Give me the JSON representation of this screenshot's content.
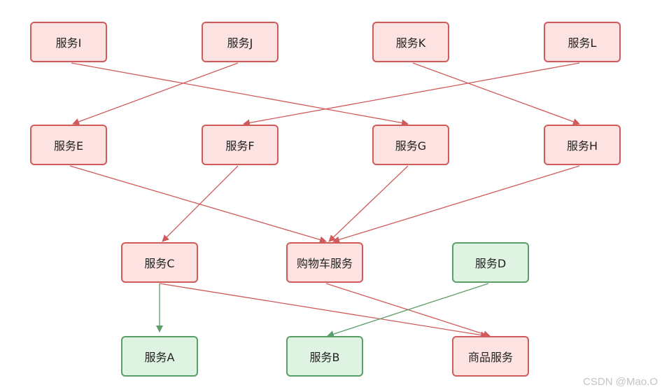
{
  "colors": {
    "red_fill": "#fde2e2",
    "red_border": "#cf5b5b",
    "green_fill": "#dff3e3",
    "green_border": "#5a9e69"
  },
  "nodes": {
    "i": "服务I",
    "j": "服务J",
    "k": "服务K",
    "l": "服务L",
    "e": "服务E",
    "f": "服务F",
    "g": "服务G",
    "h": "服务H",
    "c": "服务C",
    "cart": "购物车服务",
    "d": "服务D",
    "a": "服务A",
    "b": "服务B",
    "product": "商品服务"
  },
  "edges": [
    {
      "from": "i",
      "to": "g",
      "color": "red"
    },
    {
      "from": "j",
      "to": "e",
      "color": "red"
    },
    {
      "from": "k",
      "to": "h",
      "color": "red"
    },
    {
      "from": "l",
      "to": "f",
      "color": "red"
    },
    {
      "from": "e",
      "to": "cart",
      "color": "red"
    },
    {
      "from": "f",
      "to": "c",
      "color": "red"
    },
    {
      "from": "g",
      "to": "cart",
      "color": "red"
    },
    {
      "from": "h",
      "to": "cart",
      "color": "red"
    },
    {
      "from": "c",
      "to": "a",
      "color": "green"
    },
    {
      "from": "c",
      "to": "product",
      "color": "red"
    },
    {
      "from": "cart",
      "to": "product",
      "color": "red"
    },
    {
      "from": "d",
      "to": "b",
      "color": "green"
    }
  ],
  "watermark": "CSDN @Mao.O"
}
